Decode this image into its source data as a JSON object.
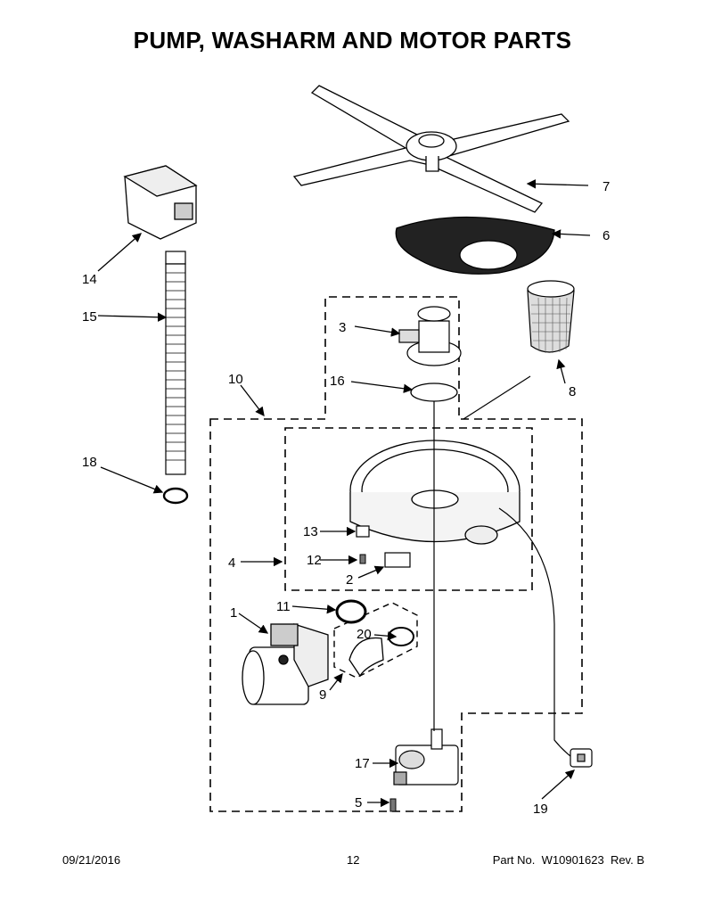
{
  "title": "PUMP, WASHARM AND MOTOR PARTS",
  "callouts": {
    "n1": "1",
    "n2": "2",
    "n3": "3",
    "n4": "4",
    "n5": "5",
    "n6": "6",
    "n7": "7",
    "n8": "8",
    "n9": "9",
    "n10": "10",
    "n11": "11",
    "n12": "12",
    "n13": "13",
    "n14": "14",
    "n15": "15",
    "n16": "16",
    "n17": "17",
    "n18": "18",
    "n19": "19",
    "n20": "20"
  },
  "footer": {
    "date": "09/21/2016",
    "page": "12",
    "part": "Part No.  W10901623  Rev. B"
  }
}
